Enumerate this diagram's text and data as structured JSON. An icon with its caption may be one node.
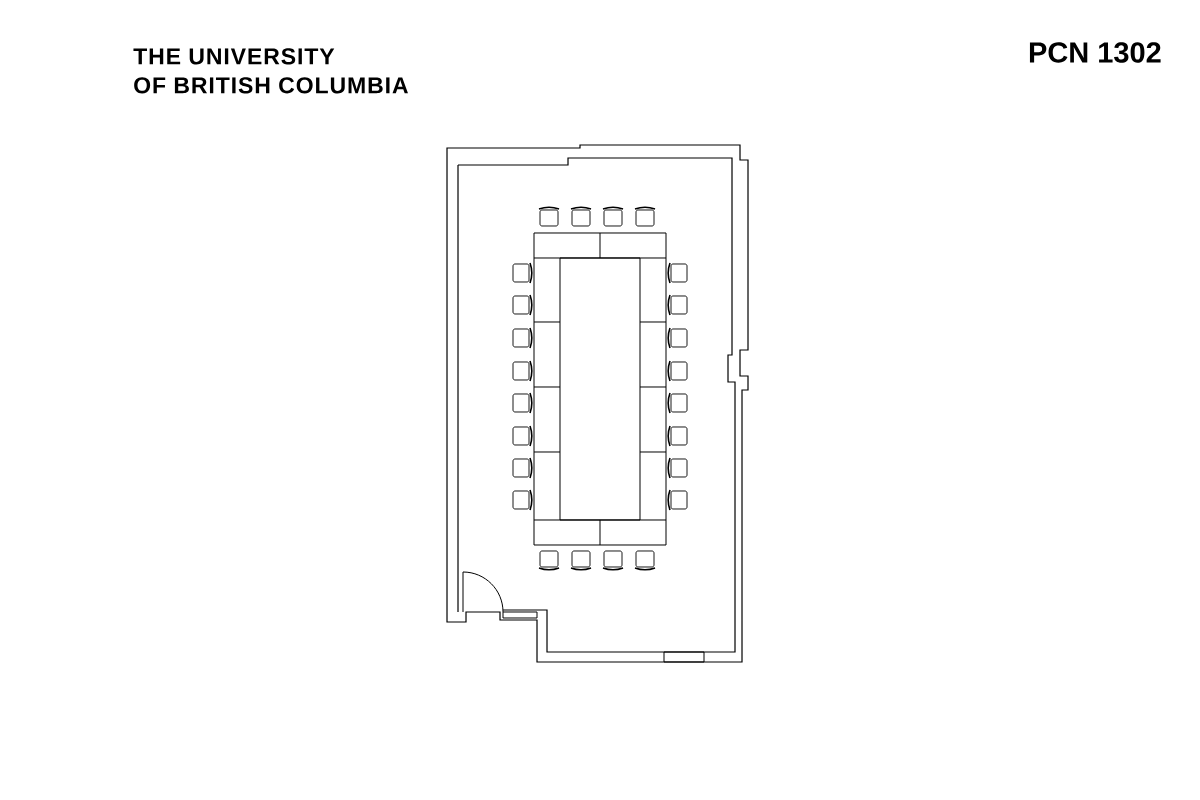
{
  "diagram": {
    "title": "PCN 1302",
    "labels": [
      "THE UNIVERSITY",
      "OF BRITISH COLUMBIA"
    ]
  }
}
